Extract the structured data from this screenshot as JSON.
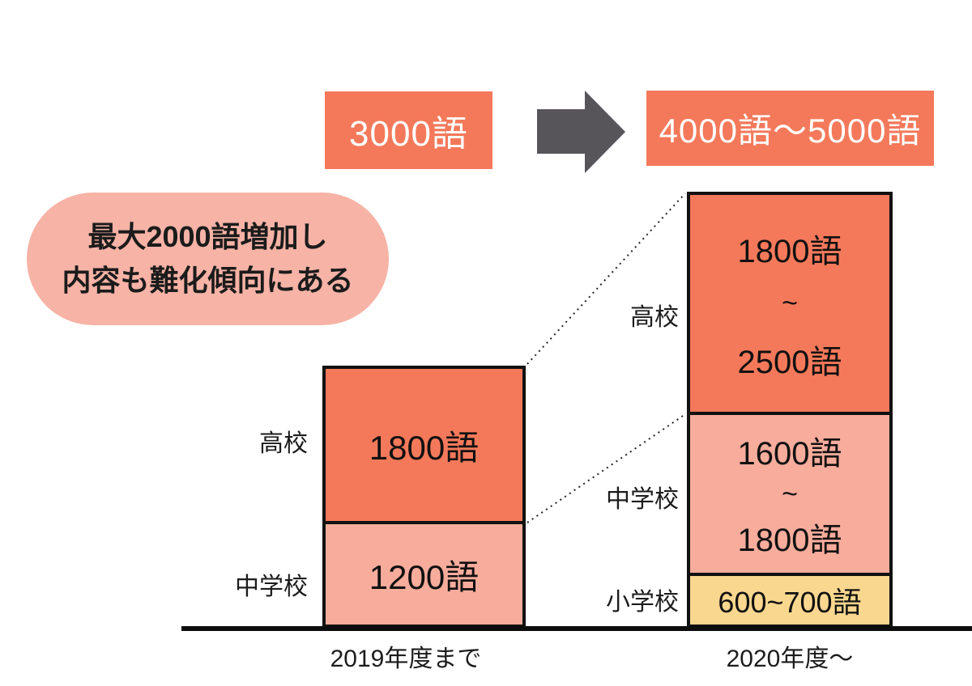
{
  "chart_data": {
    "type": "bar",
    "subtype": "stacked_comparison_infographic",
    "title": "",
    "categories": [
      "2019年度まで",
      "2020年度〜"
    ],
    "unit": "語",
    "bars": [
      {
        "category": "2019年度まで",
        "total_label": "3000語",
        "total_value": 3000,
        "segments": [
          {
            "level": "中学校",
            "label": "1200語",
            "min": 1200,
            "max": 1200,
            "color": "#F7AC9C"
          },
          {
            "level": "高校",
            "label": "1800語",
            "min": 1800,
            "max": 1800,
            "color": "#F4795A"
          }
        ]
      },
      {
        "category": "2020年度〜",
        "total_label": "4000語〜5000語",
        "total_min": 4000,
        "total_max": 5000,
        "segments": [
          {
            "level": "小学校",
            "label": "600~700語",
            "min": 600,
            "max": 700,
            "color": "#FAD78F"
          },
          {
            "level": "中学校",
            "label": "1600語~1800語",
            "min": 1600,
            "max": 1800,
            "color": "#F7AC9C"
          },
          {
            "level": "高校",
            "label": "1800語~2500語",
            "min": 1800,
            "max": 2500,
            "color": "#F4795A"
          }
        ]
      }
    ],
    "annotation": "最大2000語増加し内容も難化傾向にある",
    "legend": "none",
    "axes": "single black baseline, no y-axis, category labels below baseline"
  },
  "header": {
    "before_total": "3000語",
    "after_total": "4000語〜5000語",
    "arrow_icon": "right-block-arrow"
  },
  "callout": {
    "line1": "最大2000語増加し",
    "line2": "内容も難化傾向にある"
  },
  "left_chart": {
    "hs_label": "高校",
    "jhs_label": "中学校",
    "hs_value": "1800語",
    "jhs_value": "1200語",
    "axis_label": "2019年度まで"
  },
  "right_chart": {
    "hs_label": "高校",
    "jhs_label": "中学校",
    "es_label": "小学校",
    "hs_line1": "1800語",
    "hs_line2": "~",
    "hs_line3": "2500語",
    "jhs_line1": "1600語",
    "jhs_line2": "~",
    "jhs_line3": "1800語",
    "es_value": "600~700語",
    "axis_label": "2020年度〜"
  },
  "colors": {
    "dark_salmon": "#F4795A",
    "light_salmon": "#F7AC9C",
    "yellow": "#FAD78F",
    "callout_pink": "#F6B3A6",
    "arrow_gray": "#57555A",
    "border_black": "#111111",
    "baseline_black": "#0D0D0D",
    "text_black": "#1C1C1C",
    "text_white": "#FFFFFF"
  }
}
